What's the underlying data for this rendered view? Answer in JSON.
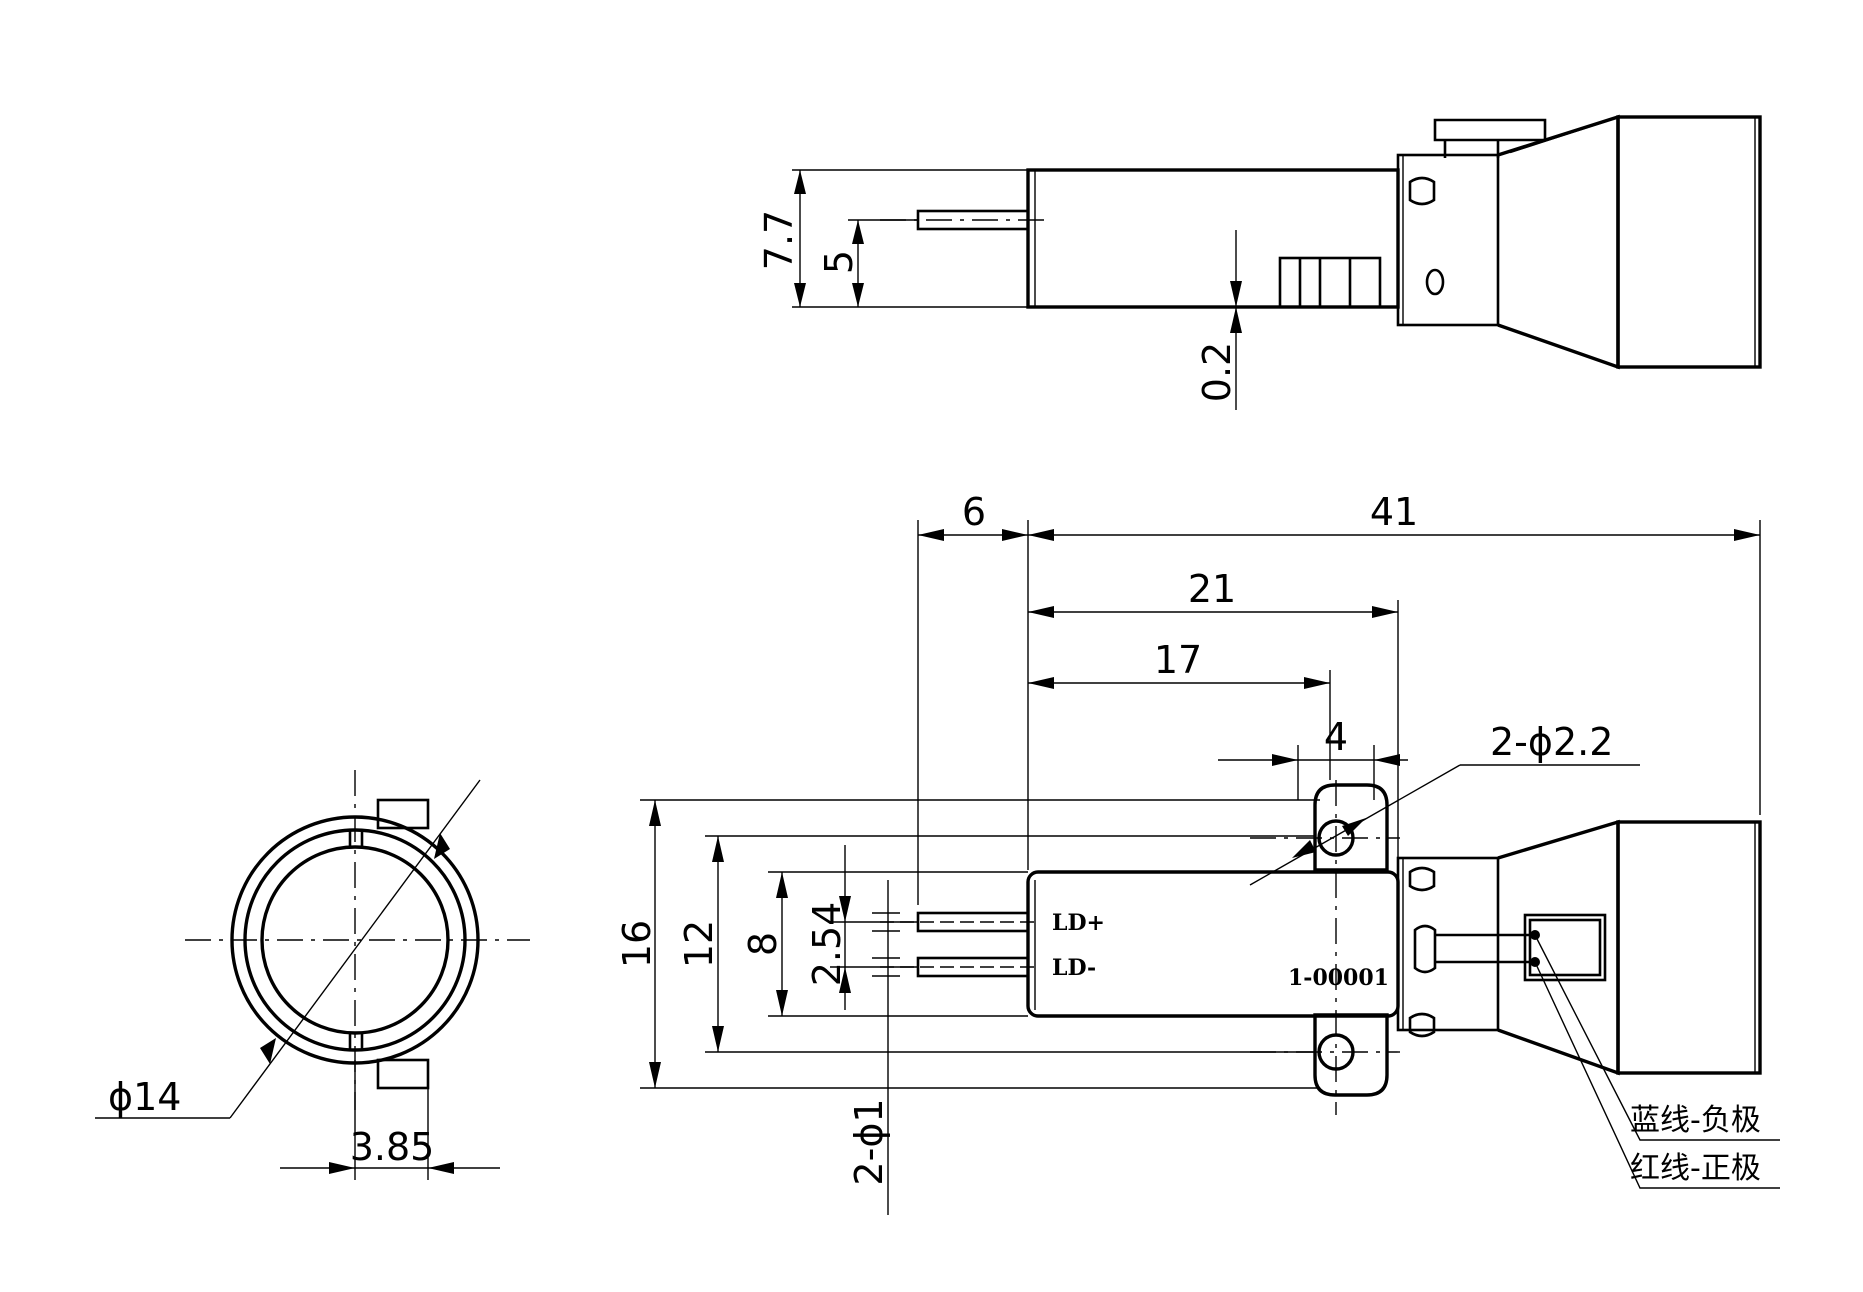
{
  "dimensions": {
    "d_7_7": "7.7",
    "d_5": "5",
    "d_0_2": "0.2",
    "d_6": "6",
    "d_41": "41",
    "d_21": "21",
    "d_17": "17",
    "d_4": "4",
    "d_2phi2_2": "2-ϕ2.2",
    "d_16": "16",
    "d_12": "12",
    "d_8": "8",
    "d_2_54": "2.54",
    "d_2phi1": "2-ϕ1",
    "d_phi14": "ϕ14",
    "d_3_85": "3.85"
  },
  "labels": {
    "ld_plus": "LD+",
    "ld_minus": "LD-",
    "part_no": "1-00001",
    "blue_wire": "蓝线-负极",
    "red_wire": "红线-正极"
  }
}
